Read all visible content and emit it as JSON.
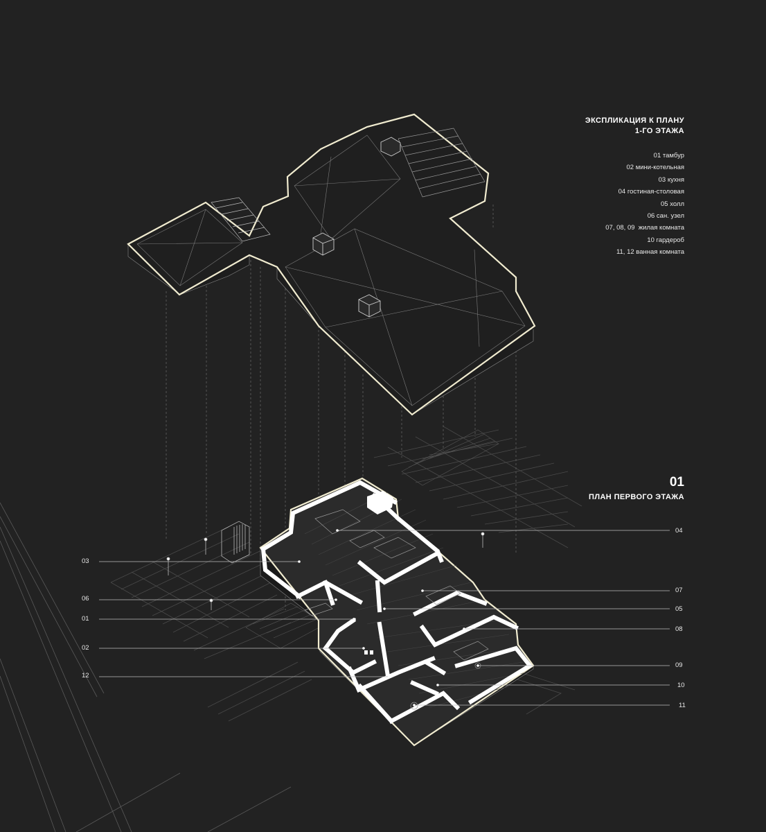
{
  "legend": {
    "title": "ЭКСПЛИКАЦИЯ К ПЛАНУ\n1-ГО ЭТАЖА",
    "items": [
      "01 тамбур",
      "02 мини-котельная",
      "03 кухня",
      "04 гостиная-столовая",
      "05 холл",
      "06 сан. узел",
      "07, 08, 09  жилая комната",
      "10 гардероб",
      "11, 12 ванная комната"
    ]
  },
  "section": {
    "number": "01",
    "title": "ПЛАН ПЕРВОГО ЭТАЖА"
  },
  "callouts_left": [
    "03",
    "06",
    "01",
    "02",
    "12"
  ],
  "callouts_right": [
    "04",
    "07",
    "05",
    "08",
    "09",
    "10",
    "11"
  ],
  "colors": {
    "background": "#222222",
    "outline": "#f1ecd0",
    "walls": "#ffffff",
    "linework": "#8a8a8a",
    "text": "#ffffff"
  }
}
